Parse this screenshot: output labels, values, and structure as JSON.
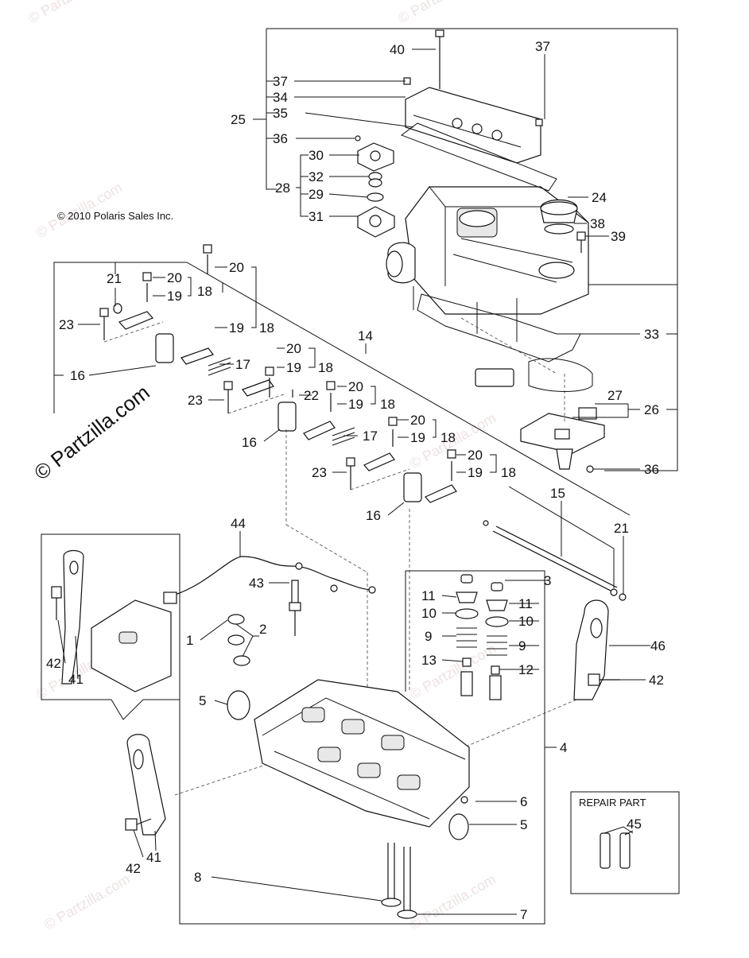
{
  "copyright": "© 2010 Polaris Sales Inc.",
  "watermark": "© Partzilla.com",
  "watermark_small": "© Partzilla.com",
  "repair_part_label": "REPAIR PART",
  "callouts": {
    "c1": "1",
    "c2": "2",
    "c3": "3",
    "c4": "4",
    "c5a": "5",
    "c5b": "5",
    "c6": "6",
    "c7": "7",
    "c8": "8",
    "c9a": "9",
    "c9b": "9",
    "c10a": "10",
    "c10b": "10",
    "c11a": "11",
    "c11b": "11",
    "c12": "12",
    "c13": "13",
    "c14": "14",
    "c15": "15",
    "c16a": "16",
    "c16b": "16",
    "c16c": "16",
    "c17a": "17",
    "c17b": "17",
    "c18a": "18",
    "c18b": "18",
    "c18c": "18",
    "c18d": "18",
    "c18e": "18",
    "c18f": "18",
    "c19a": "19",
    "c19b": "19",
    "c19c": "19",
    "c19d": "19",
    "c19e": "19",
    "c19f": "19",
    "c20a": "20",
    "c20b": "20",
    "c20c": "20",
    "c20d": "20",
    "c20e": "20",
    "c20f": "20",
    "c21a": "21",
    "c21b": "21",
    "c22": "22",
    "c23a": "23",
    "c23b": "23",
    "c23c": "23",
    "c24": "24",
    "c25": "25",
    "c26": "26",
    "c27": "27",
    "c28": "28",
    "c29": "29",
    "c30": "30",
    "c31": "31",
    "c32": "32",
    "c33": "33",
    "c34": "34",
    "c35": "35",
    "c36a": "36",
    "c36b": "36",
    "c37a": "37",
    "c37b": "37",
    "c38": "38",
    "c39": "39",
    "c40": "40",
    "c41a": "41",
    "c41b": "41",
    "c42a": "42",
    "c42b": "42",
    "c42c": "42",
    "c43": "43",
    "c44": "44",
    "c45": "45",
    "c46": "46"
  }
}
